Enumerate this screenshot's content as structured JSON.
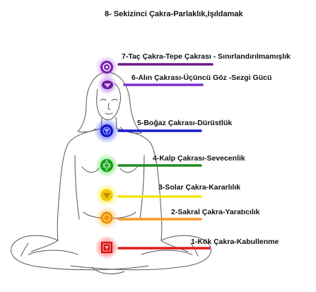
{
  "title": "8- Sekizinci Çakra-Parlaklık,Işıldamak",
  "chakras": [
    {
      "label": "7-Taç Çakra-Tepe Çakrası - Sınırlandırılmamışlık",
      "color": "#6a1b8a",
      "icon": "crown-chakra-icon"
    },
    {
      "label": "6-Alın Çakrası-Üçüncü Göz -Sezgi Gücü",
      "color": "#7b2fd0",
      "icon": "third-eye-chakra-icon"
    },
    {
      "label": "5-Boğaz Çakrası-Dürüstlük",
      "color": "#1a1ad6",
      "icon": "throat-chakra-icon"
    },
    {
      "label": "4-Kalp Çakrası-Sevecenlik",
      "color": "#1e8c1e",
      "icon": "heart-chakra-icon"
    },
    {
      "label": "3-Solar Çakra-Kararlılık",
      "color": "#f2e600",
      "icon": "solar-plexus-chakra-icon"
    },
    {
      "label": "2-Sakral Çakra-Yaratıcılık",
      "color": "#f59a2a",
      "icon": "sacral-chakra-icon"
    },
    {
      "label": "1-Kök Çakra-Kabullenme",
      "color": "#e21b1b",
      "icon": "root-chakra-icon"
    }
  ]
}
